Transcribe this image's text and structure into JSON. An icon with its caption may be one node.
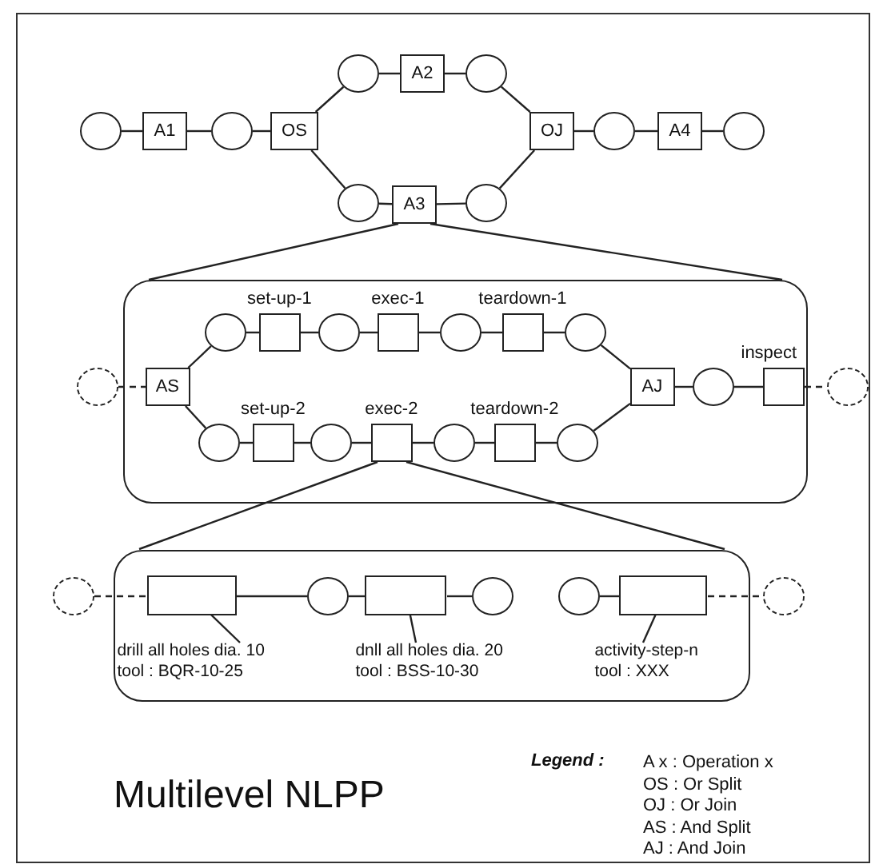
{
  "diagram": {
    "title": "Multilevel NLPP",
    "nodes": [
      {
        "text": [],
        "shape": "circle"
      },
      {
        "text": [
          "A1"
        ]
      },
      {
        "text": [],
        "shape": "circle"
      },
      {
        "text": [
          "OS"
        ]
      },
      {
        "text": [],
        "shape": "circle"
      },
      {
        "text": [
          "A2"
        ]
      },
      {
        "text": [],
        "shape": "circle"
      },
      {
        "text": [],
        "shape": "circle"
      },
      {
        "text": [
          "A3"
        ]
      },
      {
        "text": [],
        "shape": "circle"
      },
      {
        "text": [
          "OJ"
        ]
      },
      {
        "text": [],
        "shape": "circle"
      },
      {
        "text": [
          "A4"
        ]
      },
      {
        "text": [],
        "shape": "circle"
      },
      {
        "text": [],
        "shape": "box"
      },
      {
        "text": [],
        "shape": "circle"
      },
      {
        "text": [
          "AS"
        ],
        "in": 14
      },
      {
        "text": [],
        "shape": "circle",
        "in": 14
      },
      {
        "text": [
          "set-up-1"
        ],
        "in": 14
      },
      {
        "text": [],
        "shape": "circle",
        "in": 14
      },
      {
        "text": [
          "exec-1"
        ],
        "in": 14
      },
      {
        "text": [],
        "shape": "circle",
        "in": 14
      },
      {
        "text": [
          "teardown-1"
        ],
        "in": 14
      },
      {
        "text": [],
        "shape": "circle",
        "in": 14
      },
      {
        "text": [],
        "shape": "circle",
        "in": 14
      },
      {
        "text": [
          "set-up-2"
        ],
        "in": 14
      },
      {
        "text": [],
        "shape": "circle",
        "in": 14
      },
      {
        "text": [
          "exec-2"
        ],
        "in": 14
      },
      {
        "text": [],
        "shape": "circle",
        "in": 14
      },
      {
        "text": [
          "teardown-2"
        ],
        "in": 14
      },
      {
        "text": [],
        "shape": "circle",
        "in": 14
      },
      {
        "text": [
          "AJ"
        ],
        "in": 14
      },
      {
        "text": [],
        "shape": "circle",
        "in": 14
      },
      {
        "text": [
          "inspect"
        ],
        "in": 14
      },
      {
        "text": [],
        "shape": "circle"
      },
      {
        "text": [],
        "shape": "box"
      },
      {
        "text": [],
        "shape": "circle"
      },
      {
        "text": [],
        "shape": "box",
        "in": 35
      },
      {
        "text": [],
        "shape": "circle",
        "in": 35
      },
      {
        "text": [],
        "shape": "box",
        "in": 35
      },
      {
        "text": [],
        "shape": "circle",
        "in": 35
      },
      {
        "text": [],
        "shape": "circle",
        "in": 35
      },
      {
        "text": [],
        "shape": "box",
        "in": 35
      },
      {
        "text": [],
        "shape": "circle"
      },
      {
        "text": [
          "drill all holes dia. 10",
          "tool : BQR-10-25"
        ],
        "in": 35
      },
      {
        "text": [
          "dnll all holes dia. 20",
          "tool : BSS-10-30"
        ],
        "in": 35
      },
      {
        "text": [
          "activity-step-n",
          "tool : XXX"
        ],
        "in": 35
      }
    ],
    "edges": [
      {
        "from": 0,
        "to": 1,
        "arrow": "none"
      },
      {
        "from": 1,
        "to": 2,
        "arrow": "none"
      },
      {
        "from": 2,
        "to": 3,
        "arrow": "none"
      },
      {
        "from": 3,
        "to": 4,
        "arrow": "none"
      },
      {
        "from": 4,
        "to": 5,
        "arrow": "none"
      },
      {
        "from": 5,
        "to": 6,
        "arrow": "none"
      },
      {
        "from": 6,
        "to": 10,
        "arrow": "none"
      },
      {
        "from": 3,
        "to": 7,
        "arrow": "none"
      },
      {
        "from": 7,
        "to": 8,
        "arrow": "none"
      },
      {
        "from": 8,
        "to": 9,
        "arrow": "none"
      },
      {
        "from": 9,
        "to": 10,
        "arrow": "none"
      },
      {
        "from": 10,
        "to": 11,
        "arrow": "none"
      },
      {
        "from": 11,
        "to": 12,
        "arrow": "none"
      },
      {
        "from": 12,
        "to": 13,
        "arrow": "none"
      },
      {
        "from": 8,
        "to": 14,
        "arrow": "none"
      },
      {
        "from": 8,
        "to": 14,
        "arrow": "none"
      },
      {
        "from": 15,
        "to": 16,
        "arrow": "none",
        "style": "dashed"
      },
      {
        "from": 16,
        "to": 17,
        "arrow": "none"
      },
      {
        "from": 17,
        "to": 18,
        "arrow": "none"
      },
      {
        "from": 18,
        "to": 19,
        "arrow": "none"
      },
      {
        "from": 19,
        "to": 20,
        "arrow": "none"
      },
      {
        "from": 20,
        "to": 21,
        "arrow": "none"
      },
      {
        "from": 21,
        "to": 22,
        "arrow": "none"
      },
      {
        "from": 22,
        "to": 23,
        "arrow": "none"
      },
      {
        "from": 23,
        "to": 31,
        "arrow": "none"
      },
      {
        "from": 16,
        "to": 24,
        "arrow": "none"
      },
      {
        "from": 24,
        "to": 25,
        "arrow": "none"
      },
      {
        "from": 25,
        "to": 26,
        "arrow": "none"
      },
      {
        "from": 26,
        "to": 27,
        "arrow": "none"
      },
      {
        "from": 27,
        "to": 28,
        "arrow": "none"
      },
      {
        "from": 28,
        "to": 29,
        "arrow": "none"
      },
      {
        "from": 29,
        "to": 30,
        "arrow": "none"
      },
      {
        "from": 30,
        "to": 31,
        "arrow": "none"
      },
      {
        "from": 31,
        "to": 32,
        "arrow": "none"
      },
      {
        "from": 32,
        "to": 33,
        "arrow": "none"
      },
      {
        "from": 33,
        "to": 34,
        "arrow": "none",
        "style": "dashed"
      },
      {
        "from": 27,
        "to": 35,
        "arrow": "none"
      },
      {
        "from": 27,
        "to": 35,
        "arrow": "none"
      },
      {
        "from": 36,
        "to": 37,
        "arrow": "none",
        "style": "dashed"
      },
      {
        "from": 37,
        "to": 38,
        "arrow": "none"
      },
      {
        "from": 38,
        "to": 39,
        "arrow": "none"
      },
      {
        "from": 39,
        "to": 40,
        "arrow": "none"
      },
      {
        "from": 41,
        "to": 42,
        "arrow": "none"
      },
      {
        "from": 42,
        "to": 43,
        "arrow": "none",
        "style": "dashed"
      },
      {
        "from": 44,
        "to": 37,
        "arrow": "other"
      },
      {
        "from": 45,
        "to": 39,
        "arrow": "other"
      },
      {
        "from": 46,
        "to": 42,
        "arrow": "other"
      }
    ],
    "labels": [
      "Legend :"
    ],
    "legend": [
      {
        "text": "A x : Operation x"
      },
      {
        "text": "OS : Or Split"
      },
      {
        "text": "OJ : Or Join"
      },
      {
        "text": "AS : And Split"
      },
      {
        "text": "AJ : And Join"
      }
    ]
  }
}
